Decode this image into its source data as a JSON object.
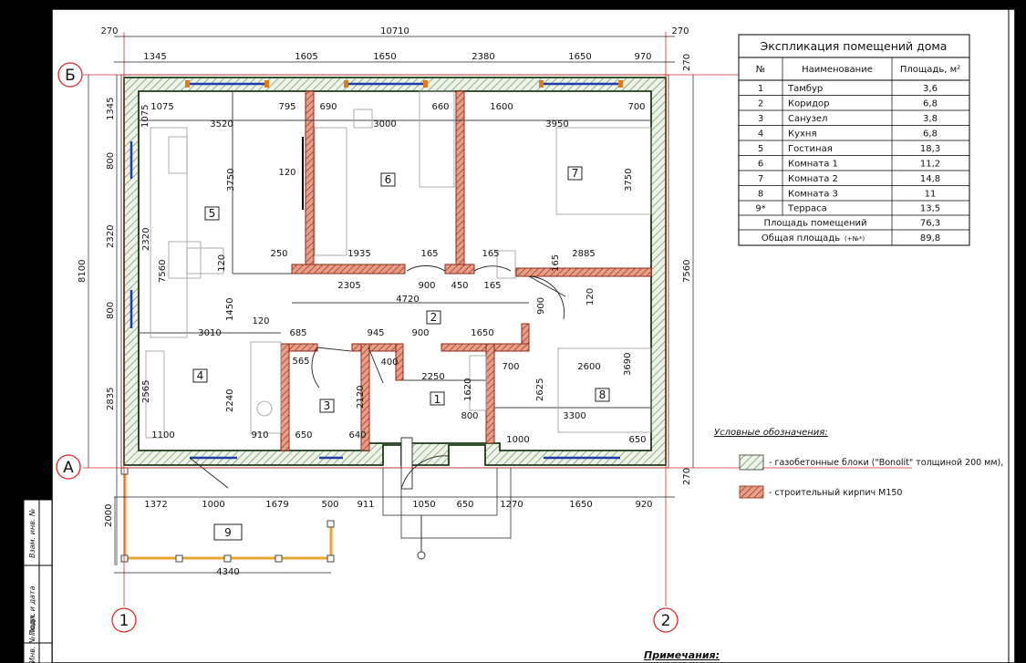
{
  "table": {
    "title": "Экспликация помещений дома",
    "headers": [
      "№",
      "Наименование",
      "Площадь, м²"
    ],
    "rows": [
      [
        "1",
        "Тамбур",
        "3,6"
      ],
      [
        "2",
        "Коридор",
        "6,8"
      ],
      [
        "3",
        "Санузел",
        "3,8"
      ],
      [
        "4",
        "Кухня",
        "6,8"
      ],
      [
        "5",
        "Гостиная",
        "18,3"
      ],
      [
        "6",
        "Комната 1",
        "11,2"
      ],
      [
        "7",
        "Комната 2",
        "14,8"
      ],
      [
        "8",
        "Комната 3",
        "11"
      ],
      [
        "9*",
        "Терраса",
        "13,5"
      ]
    ],
    "total_rooms_label": "Площадь помещений",
    "total_rooms_value": "76,3",
    "total_area_label": "Общая площадь",
    "total_area_note": "(+№*)",
    "total_area_value": "89,8"
  },
  "legend": {
    "title": "Условные обозначения:",
    "items": [
      {
        "text": "- газобетонные блоки  (\"Bonolit\" толщиной 200 мм),",
        "color": "#8cab7c"
      },
      {
        "text": "- строительный кирпич М150",
        "color": "#c0392b"
      }
    ]
  },
  "notes_title": "Примечания:",
  "axes": {
    "b": "Б",
    "a": "А",
    "one": "1",
    "two": "2"
  },
  "rooms": [
    "1",
    "2",
    "3",
    "4",
    "5",
    "6",
    "7",
    "8",
    "9"
  ],
  "side_stamp": [
    "Взам. инв. №",
    "Подп. и дата",
    "Инв. № подл."
  ],
  "dims": {
    "top_left": "270",
    "top_total": "10710",
    "top_right": "270",
    "t1": "1345",
    "t2": "1605",
    "t3": "1650",
    "t4": "2380",
    "t5": "1650",
    "t6": "970",
    "t7": "270",
    "l1": "1345",
    "l2": "800",
    "l3": "2320",
    "l4": "800",
    "l5": "2835",
    "l6": "8100",
    "l7": "2000",
    "r1": "7560",
    "r2": "270",
    "b1": "1372",
    "b2": "1000",
    "b3": "1679",
    "b4": "500",
    "b5": "911",
    "b6": "1050",
    "b7": "650",
    "b8": "1270",
    "b9": "1650",
    "b10": "920",
    "terrace": "4340",
    "i1": "1075",
    "i2": "1075",
    "i3": "3520",
    "i4": "3000",
    "i5": "3950",
    "i6": "795",
    "i7": "690",
    "i8": "660",
    "i9": "1600",
    "i10": "700",
    "i11": "3750",
    "i12": "120",
    "i13": "3750",
    "i14": "2320",
    "i15": "7560",
    "i16": "120",
    "i17": "250",
    "i18": "1935",
    "i19": "165",
    "i20": "165",
    "i21": "2885",
    "i22": "165",
    "i23": "2305",
    "i24": "900",
    "i25": "450",
    "i26": "165",
    "i27": "4720",
    "i28": "900",
    "i29": "120",
    "i30": "1450",
    "i31": "3010",
    "i32": "120",
    "i33": "685",
    "i34": "945",
    "i35": "900",
    "i36": "1650",
    "i37": "565",
    "i38": "400",
    "i39": "2250",
    "i40": "700",
    "i41": "2600",
    "i42": "2625",
    "i43": "3690",
    "i44": "2565",
    "i45": "2240",
    "i46": "2120",
    "i47": "1620",
    "i48": "800",
    "i49": "3300",
    "i50": "1100",
    "i51": "910",
    "i52": "650",
    "i53": "640",
    "i54": "1000",
    "i55": "650"
  }
}
